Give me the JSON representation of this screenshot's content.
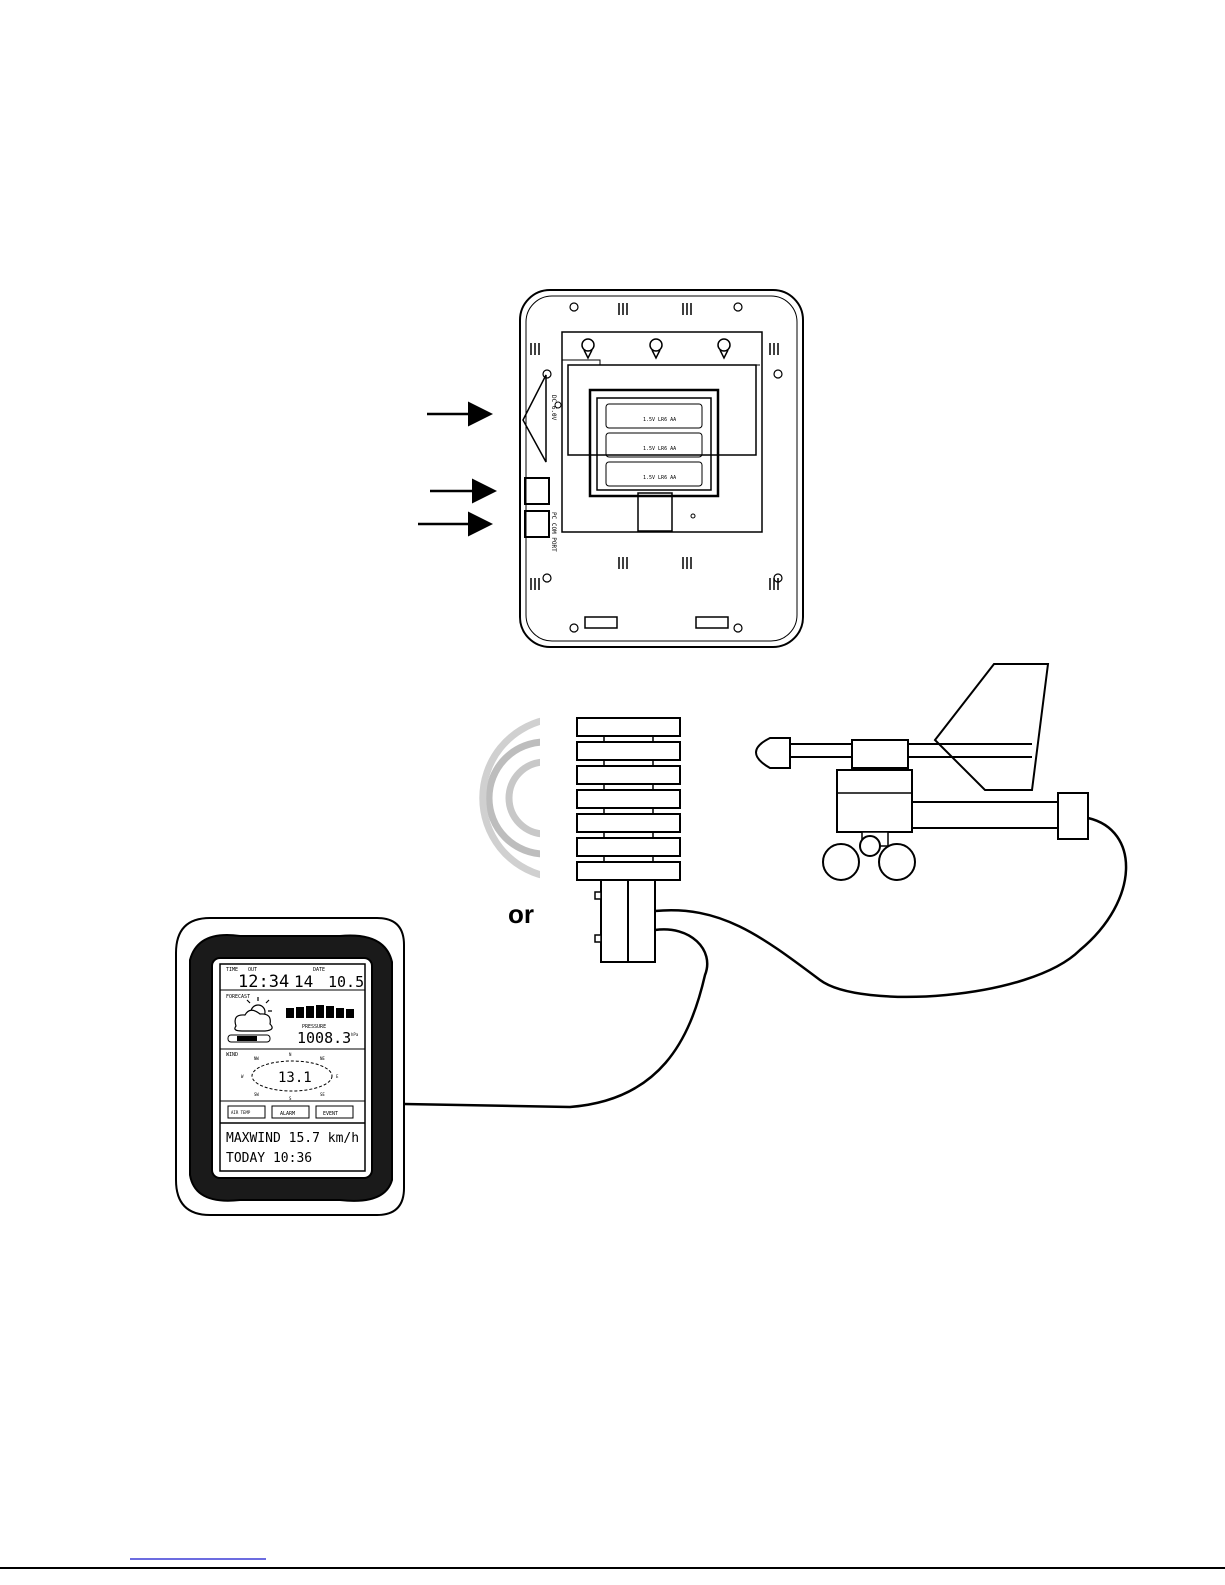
{
  "connector_word": "or",
  "base_station": {
    "socket_label": "DC 6.0V",
    "port_label": "PC COM PORT",
    "battery_labels": [
      "1.5V LR6 AA",
      "1.5V LR6 AA",
      "1.5V LR6 AA"
    ]
  },
  "display": {
    "time_label": "TIME",
    "out_label": "OUT",
    "date_label": "DATE",
    "time_value": "12:34",
    "day_value": "14",
    "date_value": "10.5",
    "forecast_label": "FORECAST",
    "pressure_label": "PRESSURE",
    "pressure_value": "1008.3",
    "pressure_unit": "hPa",
    "wind_label": "WIND",
    "wind_value": "13.1",
    "compass": {
      "n": "N",
      "ne": "NE",
      "e": "E",
      "se": "SE",
      "s": "S",
      "sw": "SW",
      "w": "W",
      "nw": "NW"
    },
    "buttons": [
      "AIR TEMP",
      "ALARM",
      "EVENT"
    ],
    "line1": "MAXWIND  15.7 km/h",
    "line2": "TODAY  10:36"
  }
}
